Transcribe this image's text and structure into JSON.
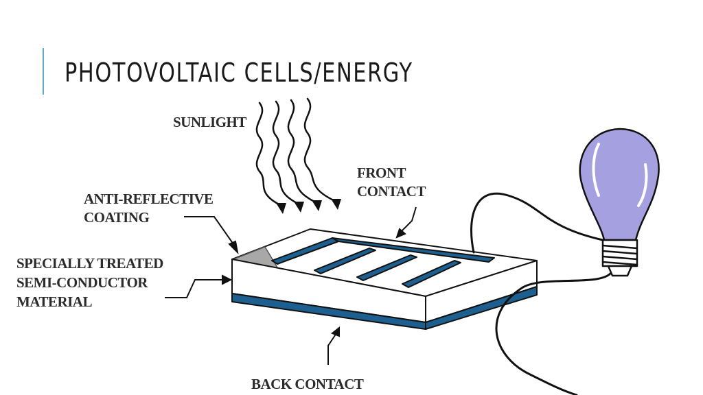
{
  "slide": {
    "title": "PHOTOVOLTAIC CELLS/ENERGY",
    "accent_color": "#5aa9c9"
  },
  "diagram": {
    "labels": {
      "sunlight": "SUNLIGHT",
      "front_contact_1": "FRONT",
      "front_contact_2": "CONTACT",
      "anti_reflective_1": "ANTI-REFLECTIVE",
      "anti_reflective_2": "COATING",
      "semiconductor_1": "SPECIALLY TREATED",
      "semiconductor_2": "SEMI-CONDUCTOR",
      "semiconductor_3": "MATERIAL",
      "back_contact": "BACK CONTACT"
    },
    "colors": {
      "contact_blue": "#1d5f8f",
      "bulb_purple": "#a5a0e0",
      "coating_gray": "#a8a8a8",
      "line": "#111111"
    },
    "icons": [
      "sunlight-rays-icon",
      "light-bulb-icon",
      "solar-cell-icon"
    ]
  }
}
